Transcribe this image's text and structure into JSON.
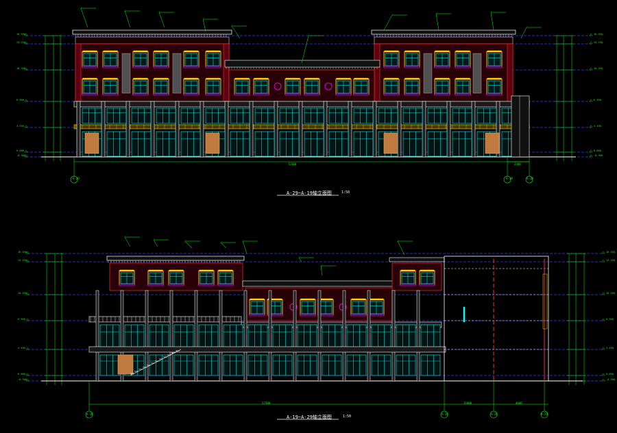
{
  "drawing": {
    "background": "#000000",
    "colors": {
      "dim": "#00ff00",
      "level": "#3a3aff",
      "wall": "#ff2a2a",
      "trim": "#ffffff",
      "window_frame": "#ffd400",
      "glass": "#00ffff",
      "accent_magenta": "#ff00ff",
      "door": "#e8a060",
      "grey_panel": "#a0a0a0",
      "caption": "#ffffff"
    },
    "elev1": {
      "caption": "A-29~A-19轴立面图",
      "scale": "1:50",
      "axes": [
        "A-29",
        "A-19",
        "A-18"
      ],
      "total_dim": "72100",
      "small_dim": "2400",
      "levels": [
        "16.550",
        "13.250",
        "10.350",
        "6.950",
        "4.450",
        "0.000",
        "-0.300"
      ]
    },
    "elev2": {
      "caption": "A-19~A-29轴立面图",
      "scale": "1:50",
      "axes": [
        "A-19",
        "A-29",
        "A-28",
        "A-29"
      ],
      "total_dim": "52500",
      "dims_right": [
        "11000",
        "4600"
      ],
      "levels": [
        "16.550",
        "13.250",
        "10.350",
        "6.950",
        "4.450",
        "0.000",
        "-0.300"
      ]
    }
  }
}
